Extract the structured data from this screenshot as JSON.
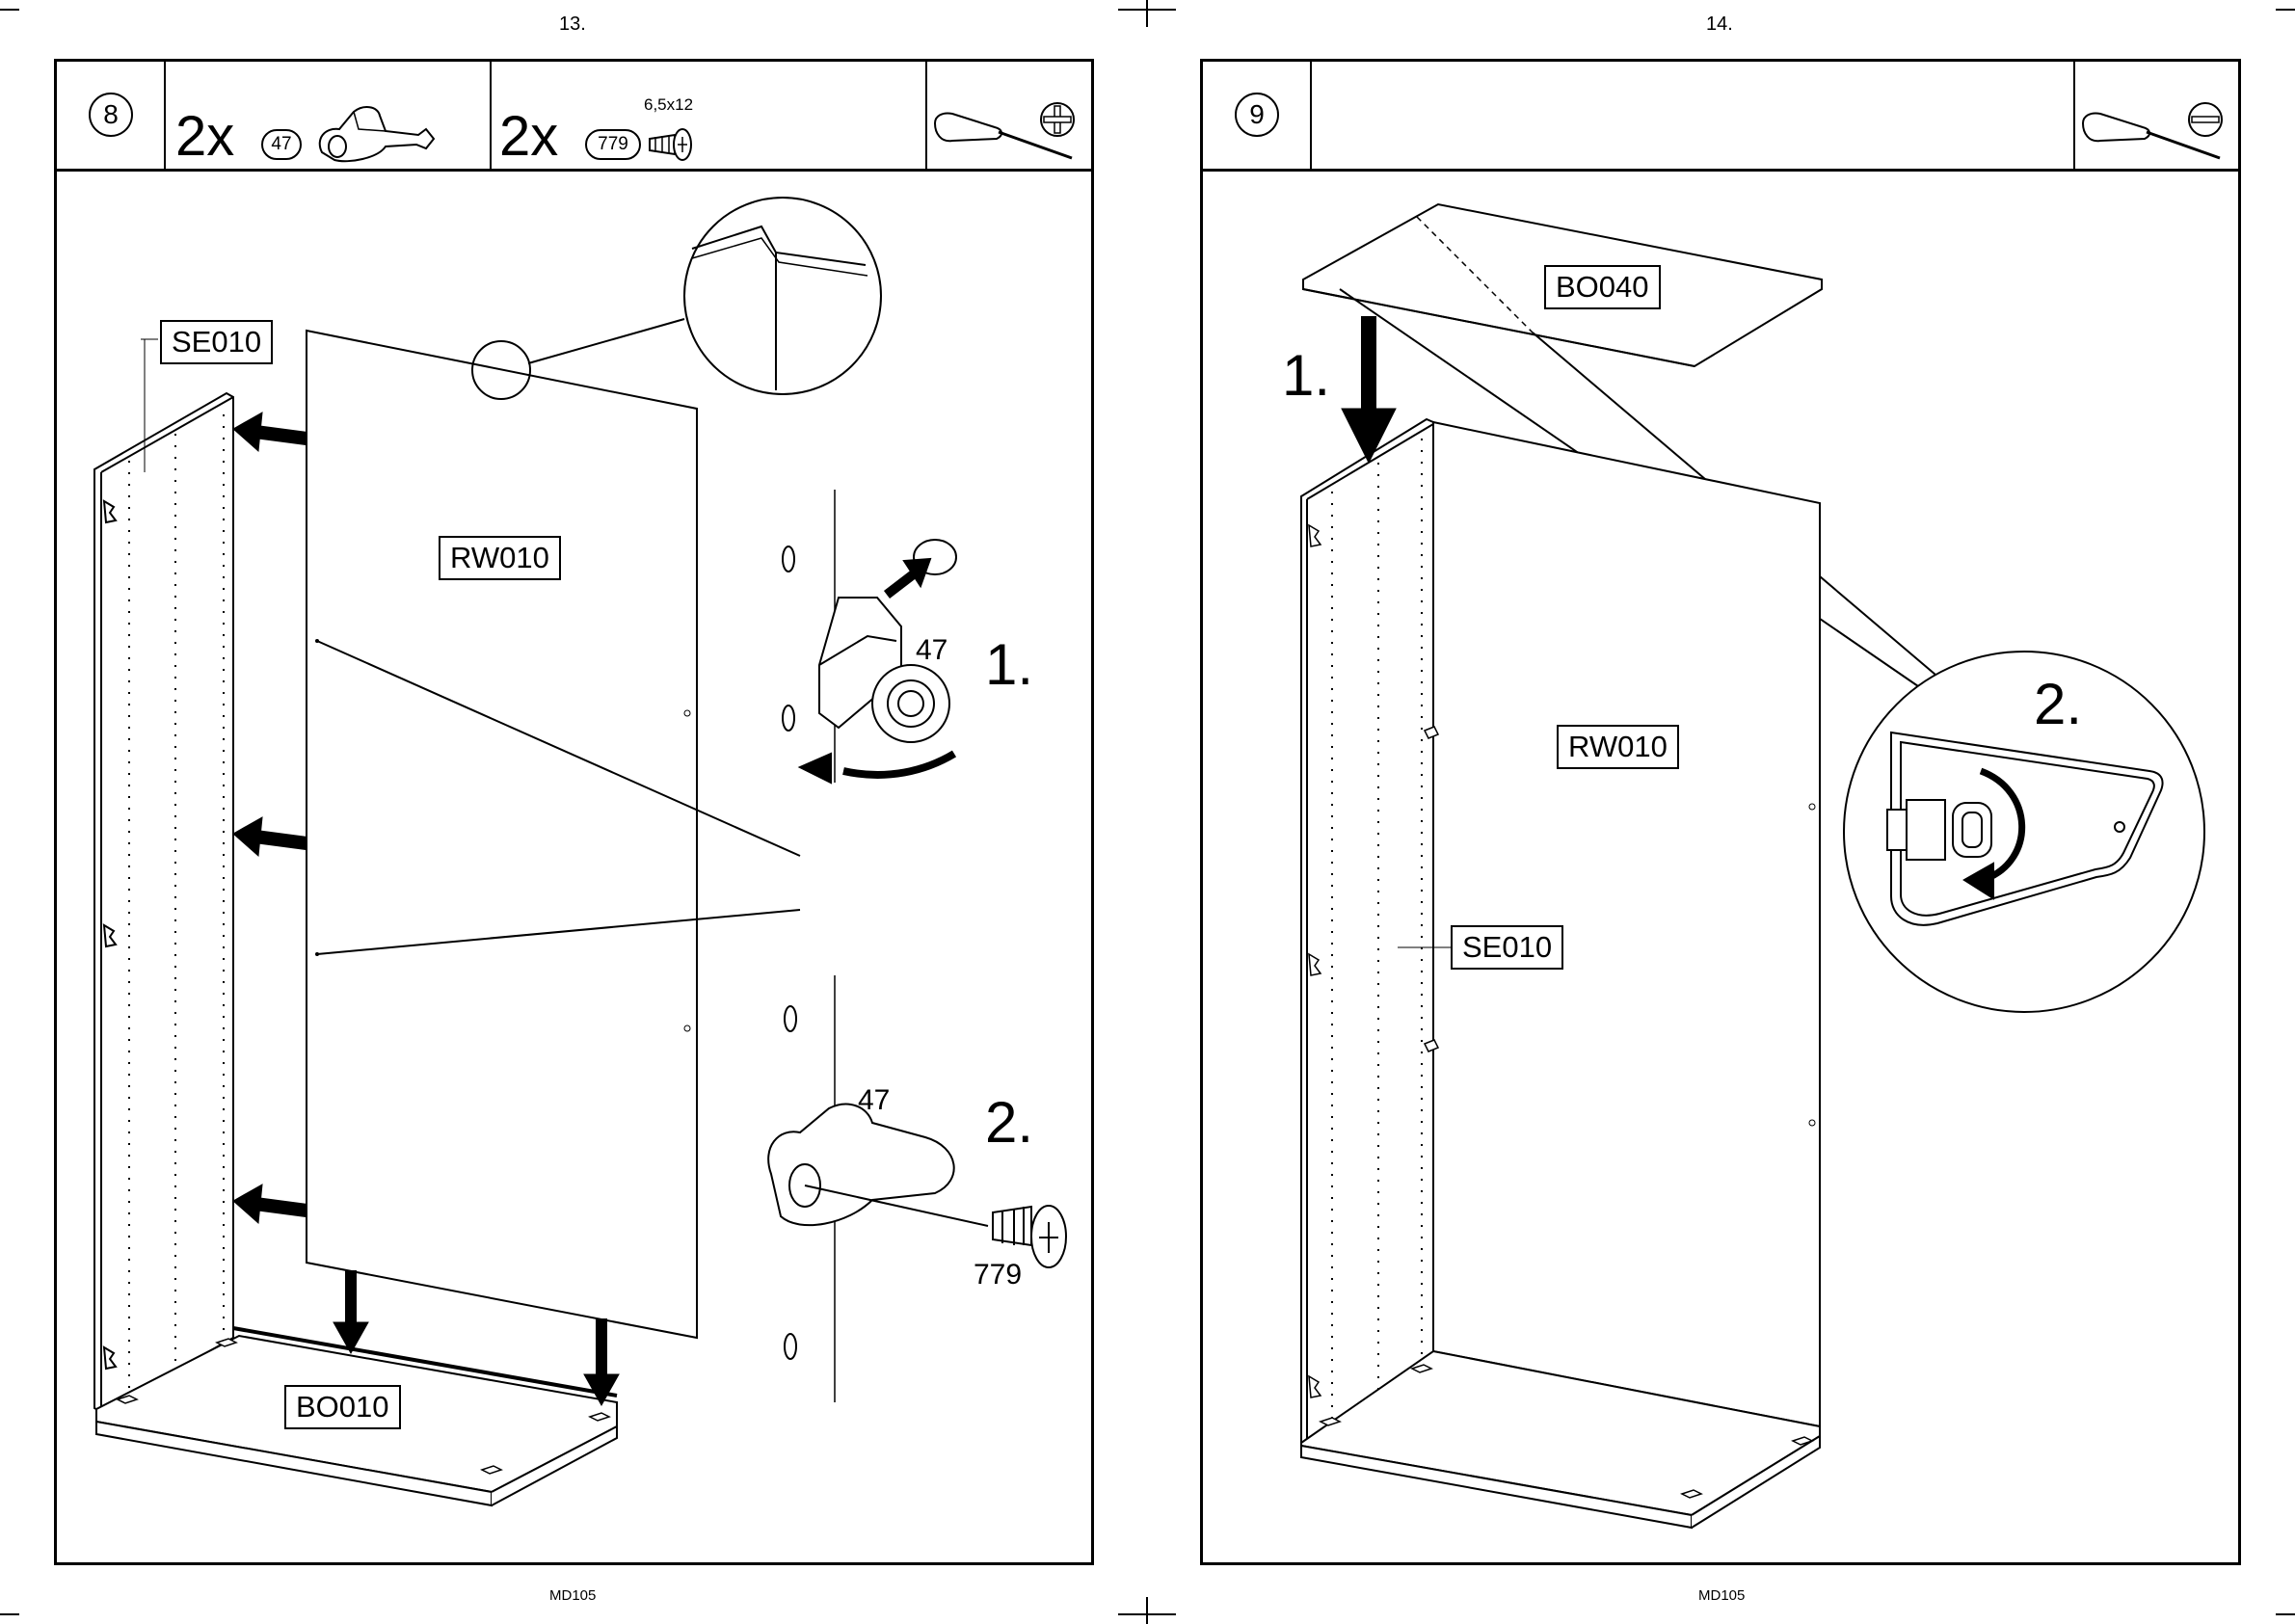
{
  "left_page": {
    "page_number": "13.",
    "footer": "MD105",
    "step": "8",
    "parts": [
      {
        "qty": "2x",
        "id": "47"
      },
      {
        "qty": "2x",
        "id": "779",
        "spec": "6,5x12"
      }
    ],
    "labels": {
      "side": "SE010",
      "back": "RW010",
      "bottom": "BO010"
    },
    "sub_steps": [
      "1.",
      "2."
    ],
    "detail_numbers": {
      "cam_top": "47",
      "cam_bottom": "47",
      "screw": "779"
    }
  },
  "right_page": {
    "page_number": "14.",
    "footer": "MD105",
    "step": "9",
    "labels": {
      "top": "BO040",
      "back": "RW010",
      "side": "SE010"
    },
    "sub_steps": [
      "1.",
      "2."
    ]
  },
  "icons": [
    "phillips-screwdriver-icon",
    "flat-screwdriver-icon"
  ]
}
